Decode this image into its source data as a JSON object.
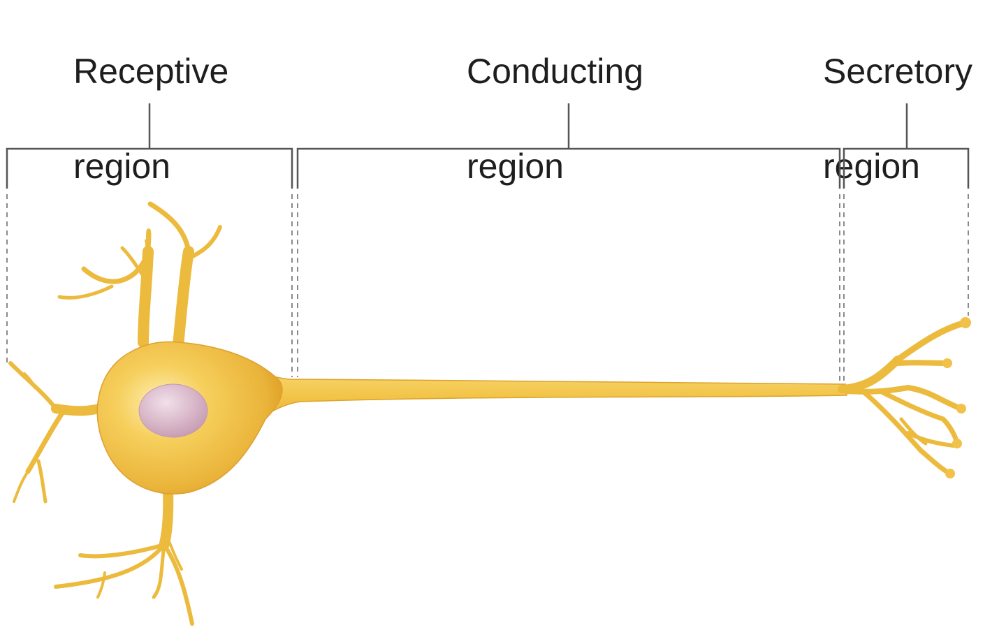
{
  "regions": [
    {
      "name": "receptive",
      "line1": "Receptive",
      "line2": "region"
    },
    {
      "name": "conducting",
      "line1": "Conducting",
      "line2": "region"
    },
    {
      "name": "secretory",
      "line1": "Secretory",
      "line2": "region"
    }
  ],
  "colors": {
    "neuron_fill": "#f2c14a",
    "neuron_highlight": "#fde89a",
    "neuron_shadow": "#e2a526",
    "nucleus": "#d9b8c9",
    "bracket_line": "#555555",
    "dashed_line": "#8a8a8a",
    "label_text": "#1e1e1e"
  }
}
